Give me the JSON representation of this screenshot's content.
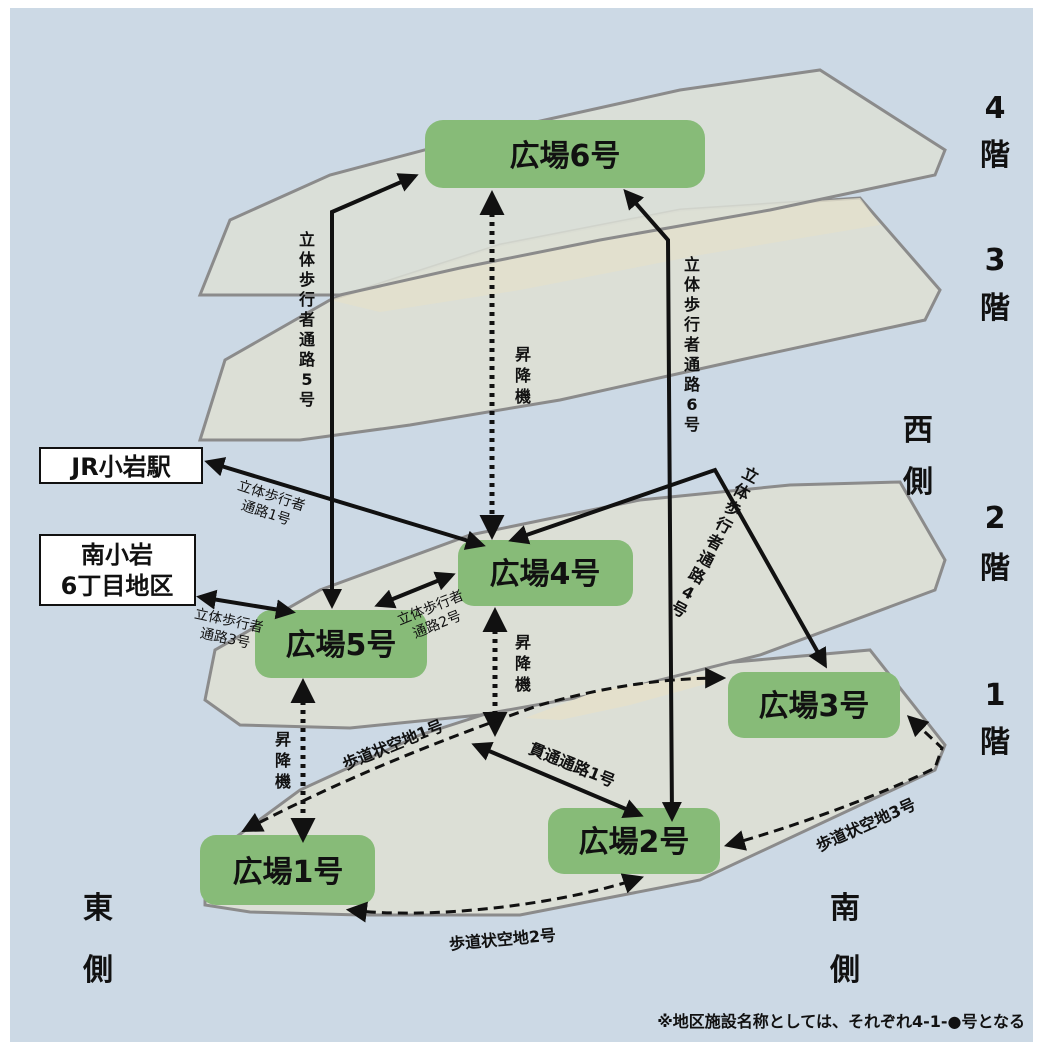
{
  "floors": [
    {
      "label_top": "4",
      "label_bottom": "階"
    },
    {
      "label_top": "3",
      "label_bottom": "階"
    },
    {
      "label_top": "2",
      "label_bottom": "階"
    },
    {
      "label_top": "1",
      "label_bottom": "階"
    }
  ],
  "sides": {
    "west": [
      "西",
      "側"
    ],
    "east": [
      "東",
      "側"
    ],
    "south": [
      "南",
      "側"
    ]
  },
  "plazas": {
    "p6": "広場6号",
    "p4": "広場4号",
    "p5": "広場5号",
    "p3": "広場3号",
    "p2": "広場2号",
    "p1": "広場1号"
  },
  "external": {
    "jr": "JR小岩駅",
    "minami": [
      "南小岩",
      "6丁目地区"
    ]
  },
  "vertical_labels": {
    "passage5": [
      "立",
      "体",
      "歩",
      "行",
      "者",
      "通",
      "路",
      "5",
      "号"
    ],
    "passage6": [
      "立",
      "体",
      "歩",
      "行",
      "者",
      "通",
      "路",
      "6",
      "号"
    ],
    "passage4": [
      "立",
      "体",
      "歩",
      "行",
      "者",
      "通",
      "路",
      "4",
      "号"
    ],
    "elevator": [
      "昇",
      "降",
      "機"
    ]
  },
  "passage_labels": {
    "p1": [
      "立体歩行者",
      "通路1号"
    ],
    "p2": [
      "立体歩行者",
      "通路2号"
    ],
    "p3": [
      "立体歩行者",
      "通路3号"
    ],
    "through1": "貫通通路1号"
  },
  "sidewalk_labels": {
    "s1": "歩道状空地1号",
    "s2": "歩道状空地2号",
    "s3": "歩道状空地3号"
  },
  "note": "※地区施設名称としては、それぞれ4-1-●号となる",
  "colors": {
    "background": "#ccd9e5",
    "floor_fill": "#dcdfd6",
    "floor_stroke": "#8b8b8b",
    "overlap_fill": "#e4e0cc",
    "plaza_fill": "#87bb78",
    "arrow": "#111111"
  }
}
